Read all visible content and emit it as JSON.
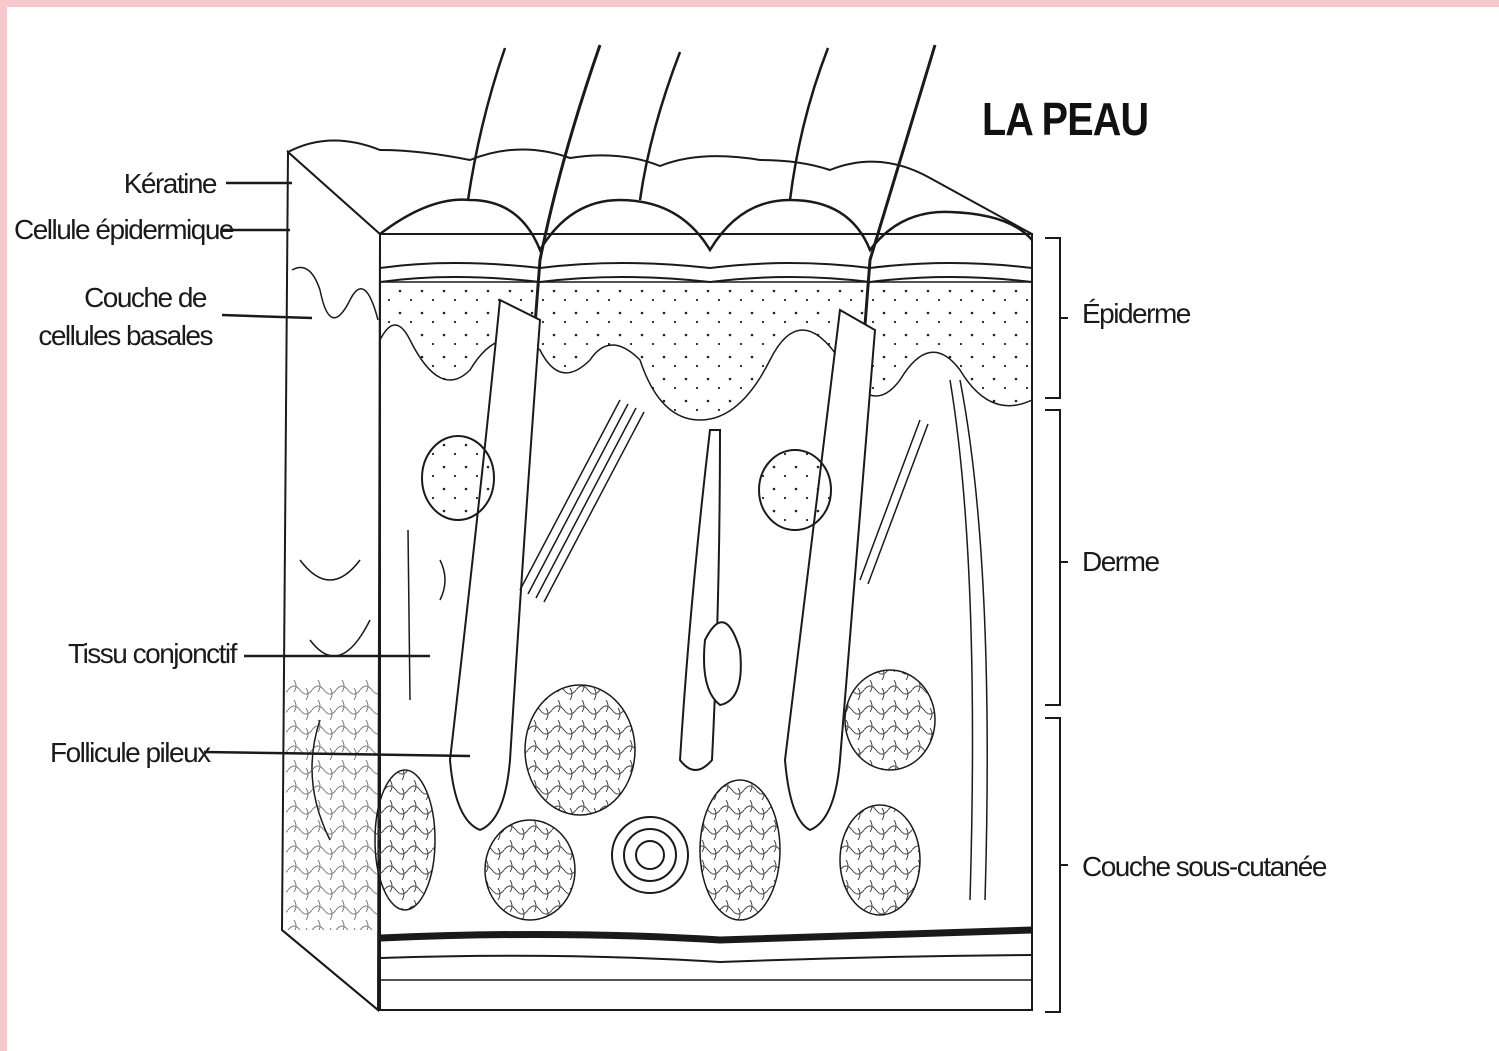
{
  "title": "LA PEAU",
  "left_labels": {
    "keratine": "Kératine",
    "cellule": "Cellule épidermique",
    "couche_line1": "Couche de",
    "couche_line2": "cellules basales",
    "tissu": "Tissu conjonctif",
    "follicule": "Follicule pileux"
  },
  "right_labels": {
    "epiderme": "Épiderme",
    "derme": "Derme",
    "sous_cutanee": "Couche sous-cutanée"
  },
  "colors": {
    "frame": "#f6c9cc",
    "ink": "#1a1a1a"
  }
}
